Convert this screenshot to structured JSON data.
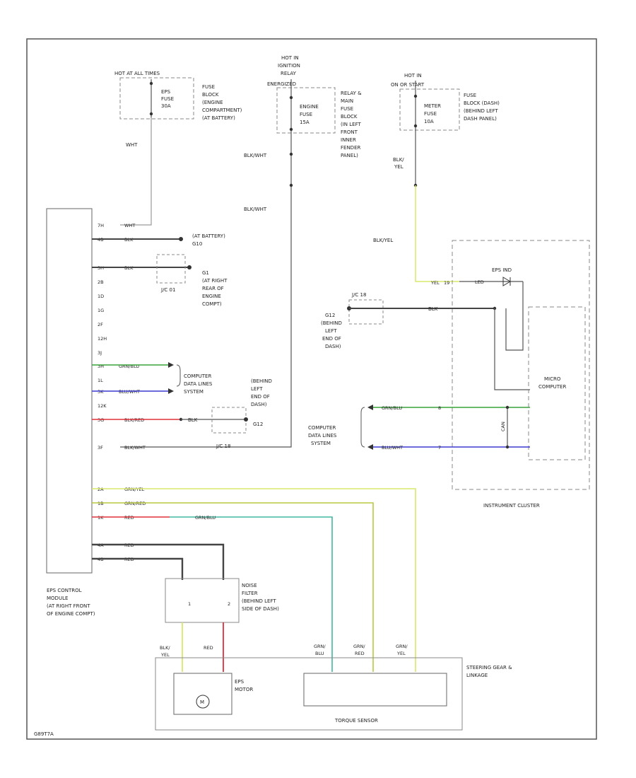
{
  "colors": {
    "wire_black": "#555555",
    "wire_gray": "#9a9a9a",
    "wire_dark": "#444444",
    "wire_green": "#3aa23a",
    "wire_blue": "#3a3ad0",
    "wire_red": "#e0303a",
    "wire_yellow": "#d8e86a",
    "wire_teal": "#40b8a0",
    "box_dash": "#888888"
  },
  "fuse_left": {
    "header": "HOT AT ALL TIMES",
    "fuse": [
      "EPS",
      "FUSE",
      "30A"
    ],
    "desc": [
      "FUSE",
      "BLOCK",
      "(ENGINE",
      "COMPARTMENT)",
      "(AT BATTERY)"
    ],
    "wire": "WHT"
  },
  "fuse_mid": {
    "header": [
      "HOT IN",
      "IGNITION",
      "RELAY",
      "ENERGIZED"
    ],
    "fuse": [
      "ENGINE",
      "FUSE",
      "15A"
    ],
    "desc": [
      "RELAY &",
      "MAIN",
      "FUSE",
      "BLOCK",
      "(IN LEFT",
      "FRONT",
      "INNER",
      "FENDER",
      "PANEL)"
    ],
    "wire1": "BLK/WHT",
    "wire2": "BLK/WHT"
  },
  "fuse_right": {
    "header": [
      "HOT IN",
      "ON OR START"
    ],
    "fuse": [
      "METER",
      "FUSE",
      "10A"
    ],
    "desc": [
      "FUSE",
      "BLOCK (DASH)",
      "(BEHIND LEFT",
      "DASH PANEL)"
    ],
    "wire": [
      "BLK/",
      "YEL"
    ],
    "wire_long": "BLK/YEL"
  },
  "eps_module": {
    "label": [
      "EPS CONTROL",
      "MODULE",
      "(AT RIGHT FRONT",
      "OF ENGINE COMPT)"
    ],
    "pins": [
      {
        "pin": "7H",
        "wire": "WHT"
      },
      {
        "pin": "4B",
        "wire": "BLK"
      },
      {
        "pin": "3H",
        "wire": "BLK"
      },
      {
        "pin": "2B",
        "wire": ""
      },
      {
        "pin": "1D",
        "wire": ""
      },
      {
        "pin": "1G",
        "wire": ""
      },
      {
        "pin": "2F",
        "wire": ""
      },
      {
        "pin": "12H",
        "wire": ""
      },
      {
        "pin": "3J",
        "wire": ""
      },
      {
        "pin": "3H",
        "wire": "GRN/BLU"
      },
      {
        "pin": "1L",
        "wire": ""
      },
      {
        "pin": "3K",
        "wire": "BLU/WHT"
      },
      {
        "pin": "12K",
        "wire": ""
      },
      {
        "pin": "3G",
        "wire": "BLK/RED"
      },
      {
        "pin": "3F",
        "wire": "BLK/WHT"
      },
      {
        "pin": "2A",
        "wire": "GRN/YEL"
      },
      {
        "pin": "1B",
        "wire": "GRN/RED"
      },
      {
        "pin": "1K",
        "wire": "RED"
      },
      {
        "pin": "4A",
        "wire": "RED"
      },
      {
        "pin": "4B",
        "wire": "RED"
      }
    ]
  },
  "ground_g10": {
    "node": "G10",
    "desc": [
      "(AT BATTERY)"
    ]
  },
  "ground_g1": {
    "junction": "J/C 01",
    "node": "G1",
    "desc": [
      "(AT RIGHT",
      "REAR OF",
      "ENGINE",
      "COMPT)"
    ]
  },
  "computer_data_left": [
    "COMPUTER",
    "DATA LINES",
    "SYSTEM"
  ],
  "ground_behind_dash": {
    "wire": "BLK",
    "node": "G12",
    "junction": "J/C 18",
    "desc": [
      "(BEHIND",
      "LEFT",
      "END OF",
      "DASH)"
    ]
  },
  "instrument_cluster": {
    "label": "INSTRUMENT CLUSTER",
    "eps_ind": "EPS IND",
    "led": "LED",
    "pin_top": "19",
    "pin_yel": "YEL",
    "junction": "J/C 18",
    "g_node": "G12",
    "g_desc": [
      "(BEHIND",
      "LEFT",
      "END OF",
      "DASH)"
    ],
    "blk_wire": "BLK",
    "micro": [
      "MICRO",
      "COMPUTER"
    ],
    "data_label": [
      "COMPUTER",
      "DATA LINES",
      "SYSTEM"
    ],
    "wire_green": "GRN/BLU",
    "wire_blue": "BLU/WHT",
    "pin_green": "8",
    "pin_blue": "7",
    "can": "CAN"
  },
  "noise_filter": {
    "label": [
      "NOISE",
      "FILTER",
      "(BEHIND LEFT",
      "SIDE OF DASH)"
    ],
    "pin1": "1",
    "pin2": "2",
    "wire_left": [
      "BLK/",
      "YEL"
    ],
    "wire_right": "RED",
    "wire_green_mid": "GRN/BLU"
  },
  "eps_motor": {
    "label": [
      "EPS",
      "MOTOR"
    ],
    "symbol": "M"
  },
  "steering": {
    "label": [
      "STEERING GEAR &",
      "LINKAGE"
    ],
    "torque": "TORQUE SENSOR",
    "wires": [
      [
        "GRN/",
        "BLU"
      ],
      [
        "GRN/",
        "RED"
      ],
      [
        "GRN/",
        "YEL"
      ]
    ]
  },
  "footer_code": "G89T7A"
}
